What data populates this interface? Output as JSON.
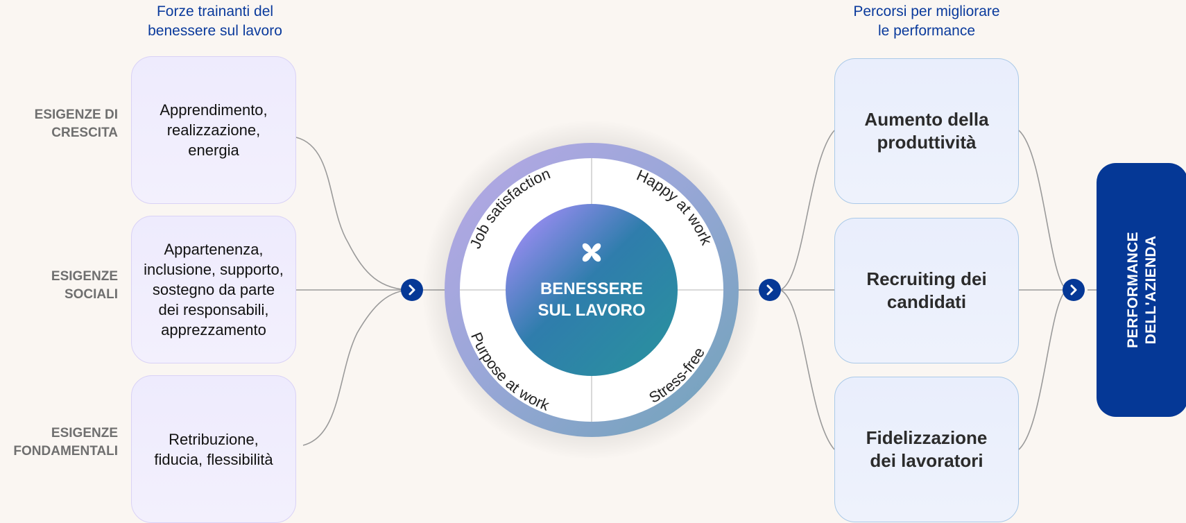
{
  "left_column": {
    "title": "Forze trainanti del\nbenessere sul lavoro",
    "rows": [
      {
        "label": "ESIGENZE DI\nCRESCITA",
        "text": "Apprendimento,\nrealizzazione,\nenergia"
      },
      {
        "label": "ESIGENZE\nSOCIALI",
        "text": "Appartenenza,\ninclusione, supporto,\nsostegno da parte\ndei responsabili,\napprezzamento"
      },
      {
        "label": "ESIGENZE\nFONDAMENTALI",
        "text": "Retribuzione,\nfiducia, flessibilità"
      }
    ]
  },
  "center": {
    "title": "BENESSERE\nSUL LAVORO",
    "quadrants": [
      "Job satisfaction",
      "Happy at work",
      "Purpose at work",
      "Stress-free"
    ]
  },
  "right_column": {
    "title": "Percorsi per migliorare\nle performance",
    "items": [
      {
        "text": "Aumento della\nproduttività"
      },
      {
        "text": "Recruiting dei\ncandidati"
      },
      {
        "text": "Fidelizzazione\ndei lavoratori"
      }
    ]
  },
  "outcome": {
    "text": "PERFORMANCE\nDELL'AZIENDA"
  },
  "icons": {
    "connector": "chevron-right-icon",
    "center": "flower-icon"
  },
  "colors": {
    "background": "#faf6f2",
    "accent_blue": "#0a3a9c",
    "outcome_box": "#053896",
    "left_card": "#eeebfd",
    "right_card": "#e9eefc",
    "label_gray": "#6f6f6f"
  }
}
